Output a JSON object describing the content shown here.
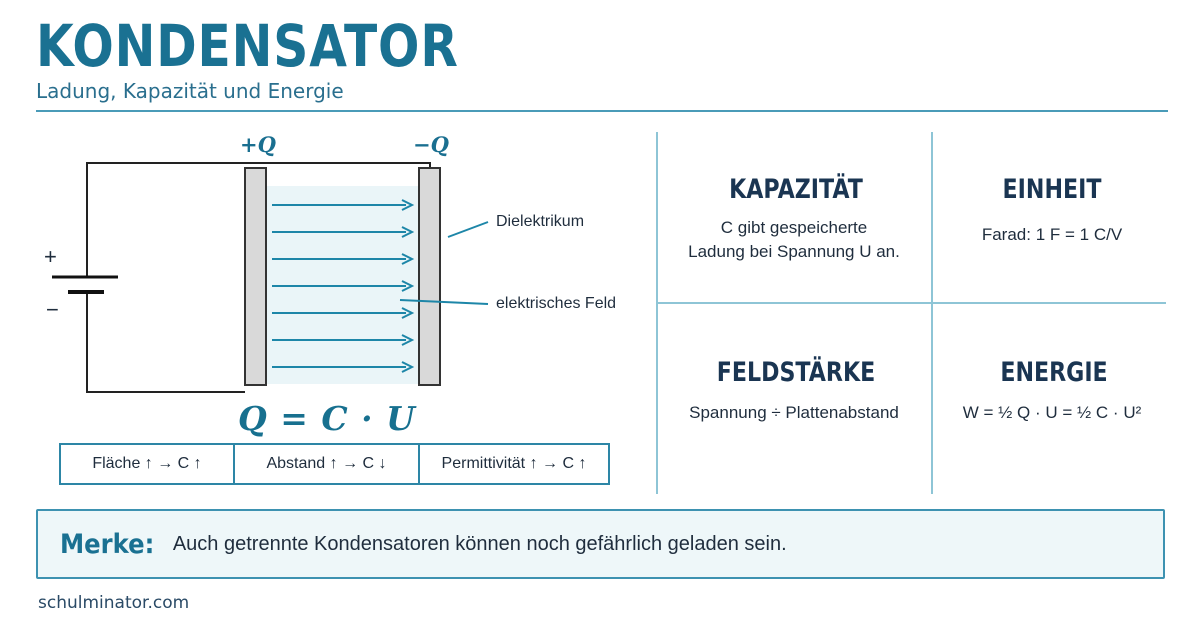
{
  "header": {
    "title": "KONDENSATOR",
    "subtitle": "Ladung, Kapazität und Energie"
  },
  "diagram": {
    "plate_left_label": "+Q",
    "plate_right_label": "−Q",
    "battery_plus": "+",
    "battery_minus": "−",
    "label_dielectric": "Dielektrikum",
    "label_field": "elektrisches Feld",
    "formula": "Q = C · U",
    "field_arrow_count": 7
  },
  "factors": [
    {
      "label": "Fläche ↑  →  C ↑"
    },
    {
      "label": "Abstand ↑  →  C ↓"
    },
    {
      "label": "Permittivität ↑  →  C ↑"
    }
  ],
  "panels": {
    "capacity": {
      "title": "KAPAZITÄT",
      "line1": "C gibt gespeicherte",
      "line2": "Ladung bei Spannung U an."
    },
    "unit": {
      "title": "EINHEIT",
      "text": "Farad: 1 F = 1 C/V"
    },
    "field_strength": {
      "title": "FELDSTÄRKE",
      "text": "Spannung ÷ Plattenabstand"
    },
    "energy": {
      "title": "ENERGIE",
      "text": "W = ½ Q · U = ½ C · U²"
    }
  },
  "note": {
    "label": "Merke:",
    "text": "Auch getrennte Kondensatoren können noch gefährlich geladen sein."
  },
  "footer": {
    "site": "schulminator.com"
  },
  "colors": {
    "accent": "#1a7192",
    "dark_title": "#1a3552",
    "field_arrows": "#1d86a8",
    "field_background": "#eaf5f8",
    "plate": "#d9d9d9",
    "note_background": "#eef7f9"
  }
}
